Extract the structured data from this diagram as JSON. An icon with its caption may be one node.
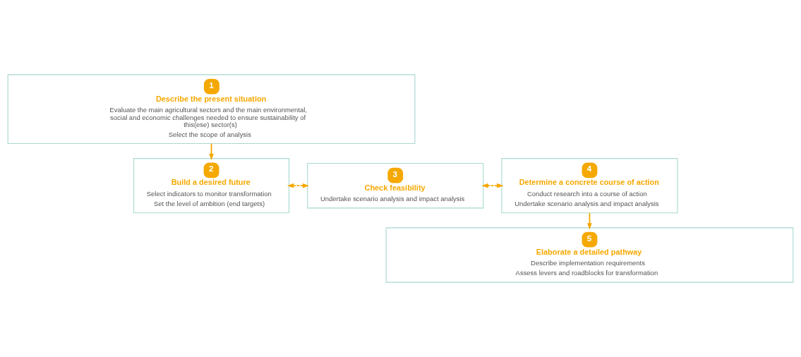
{
  "diagram": {
    "nodes": [
      {
        "text": [
          "1",
          "Describe the present situation",
          "Evaluate the main agricultural sectors and the main environmental, social and economic challenges needed to ensure sustainability of this(ese) sector(s)",
          "Select the scope of analysis"
        ]
      },
      {
        "text": [
          "2",
          "Build a desired future",
          "Select indicators to monitor transformation",
          "Set the level of ambition (end targets)"
        ]
      },
      {
        "text": [
          "3",
          "Check feasibility",
          "Undertake scenario analysis and impact analysis"
        ]
      },
      {
        "text": [
          "4",
          "Determine a concrete course of action",
          "Conduct research into a course of action",
          "Undertake scenario analysis and impact analysis"
        ]
      },
      {
        "text": [
          "5",
          "Elaborate a detailed pathway",
          "Describe implementation requirements",
          "Assess levers and roadblocks for transformation"
        ]
      }
    ],
    "edges": [
      {
        "from": 0,
        "to": 1,
        "arrow": "to"
      },
      {
        "from": 1,
        "to": 2,
        "arrow": "both",
        "style": "dashed"
      },
      {
        "from": 2,
        "to": 3,
        "arrow": "both",
        "style": "dashed"
      },
      {
        "from": 3,
        "to": 4,
        "arrow": "to"
      }
    ]
  }
}
